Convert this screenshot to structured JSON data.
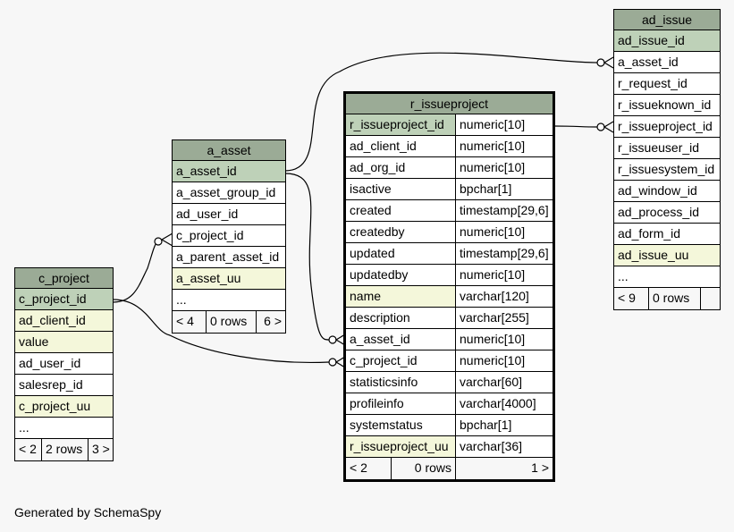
{
  "caption": "Generated by SchemaSpy",
  "tables": {
    "ad_issue": {
      "name": "ad_issue",
      "columns": [
        "ad_issue_id",
        "a_asset_id",
        "r_request_id",
        "r_issueknown_id",
        "r_issueproject_id",
        "r_issueuser_id",
        "r_issuesystem_id",
        "ad_window_id",
        "ad_process_id",
        "ad_form_id",
        "ad_issue_uu",
        "..."
      ],
      "footer": [
        "< 9",
        "0 rows",
        ""
      ]
    },
    "r_issueproject": {
      "name": "r_issueproject",
      "columns": [
        {
          "name": "r_issueproject_id",
          "type": "numeric[10]"
        },
        {
          "name": "ad_client_id",
          "type": "numeric[10]"
        },
        {
          "name": "ad_org_id",
          "type": "numeric[10]"
        },
        {
          "name": "isactive",
          "type": "bpchar[1]"
        },
        {
          "name": "created",
          "type": "timestamp[29,6]"
        },
        {
          "name": "createdby",
          "type": "numeric[10]"
        },
        {
          "name": "updated",
          "type": "timestamp[29,6]"
        },
        {
          "name": "updatedby",
          "type": "numeric[10]"
        },
        {
          "name": "name",
          "type": "varchar[120]"
        },
        {
          "name": "description",
          "type": "varchar[255]"
        },
        {
          "name": "a_asset_id",
          "type": "numeric[10]"
        },
        {
          "name": "c_project_id",
          "type": "numeric[10]"
        },
        {
          "name": "statisticsinfo",
          "type": "varchar[60]"
        },
        {
          "name": "profileinfo",
          "type": "varchar[4000]"
        },
        {
          "name": "systemstatus",
          "type": "bpchar[1]"
        },
        {
          "name": "r_issueproject_uu",
          "type": "varchar[36]"
        }
      ],
      "footer": [
        "< 2",
        "0 rows",
        "1 >"
      ]
    },
    "a_asset": {
      "name": "a_asset",
      "columns": [
        "a_asset_id",
        "a_asset_group_id",
        "ad_user_id",
        "c_project_id",
        "a_parent_asset_id",
        "a_asset_uu",
        "..."
      ],
      "footer": [
        "< 4",
        "0 rows",
        "6 >"
      ]
    },
    "c_project": {
      "name": "c_project",
      "columns": [
        "c_project_id",
        "ad_client_id",
        "value",
        "ad_user_id",
        "salesrep_id",
        "c_project_uu",
        "..."
      ],
      "footer": [
        "< 2",
        "2 rows",
        "3 >"
      ]
    }
  }
}
